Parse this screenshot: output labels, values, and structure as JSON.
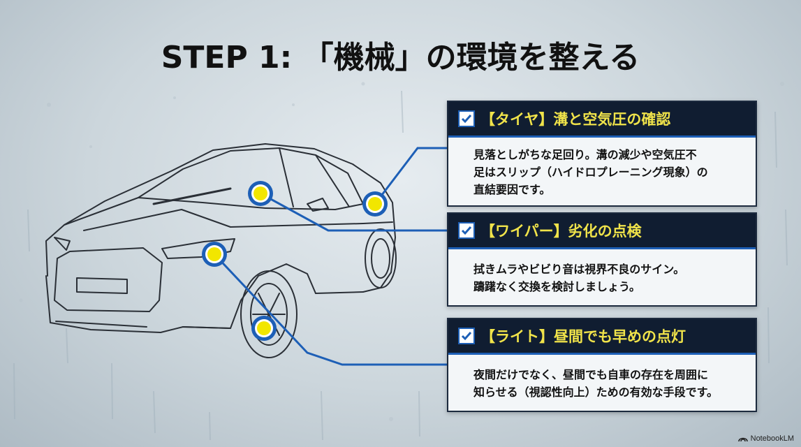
{
  "title": "STEP 1: 「機械」の環境を整える",
  "cards": [
    {
      "title": "【タイヤ】溝と空気圧の確認",
      "lines": [
        "見落としがちな足回り。溝の減少や空気圧不",
        "足はスリップ（ハイドロプレーニング現象）の",
        "直結要因です。"
      ]
    },
    {
      "title": "【ワイパー】劣化の点検",
      "lines": [
        "拭きムラやビビり音は視界不良のサイン。",
        "躊躇なく交換を検討しましょう。"
      ]
    },
    {
      "title": "【ライト】昼間でも早めの点灯",
      "lines": [
        "夜間だけでなく、昼間でも自車の存在を周囲に",
        "知らせる（視認性向上）ための有効な手段です。"
      ]
    }
  ],
  "watermark": "NotebookLM",
  "colors": {
    "header": "#101d31",
    "accent": "#1d5fb6",
    "highlight": "#f0e34a",
    "marker": "#f2e600"
  }
}
